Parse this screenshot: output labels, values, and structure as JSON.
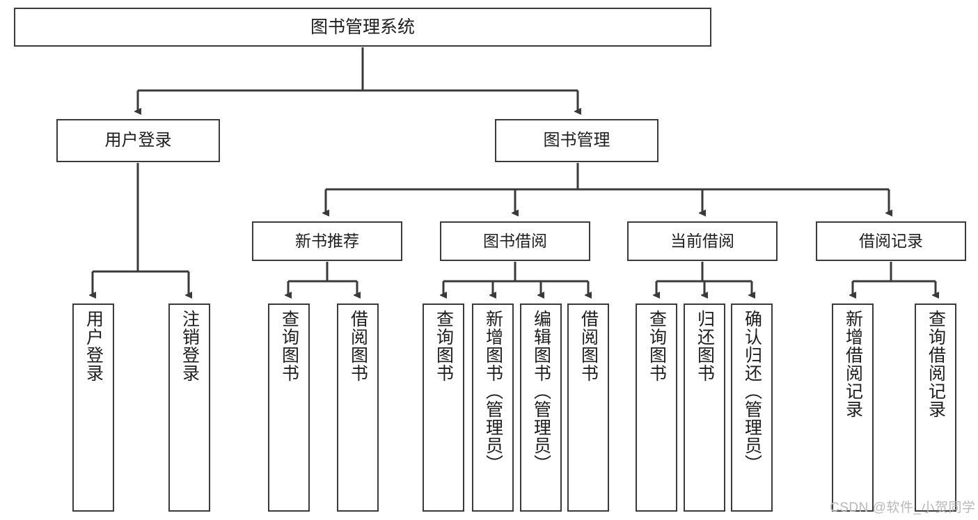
{
  "diagram": {
    "type": "tree",
    "title": "图书管理系统",
    "root": {
      "label": "图书管理系统"
    },
    "level2": [
      {
        "label": "用户登录"
      },
      {
        "label": "图书管理"
      }
    ],
    "level3": [
      {
        "label": "新书推荐"
      },
      {
        "label": "图书借阅"
      },
      {
        "label": "当前借阅"
      },
      {
        "label": "借阅记录"
      }
    ],
    "leaves": {
      "user_login": [
        {
          "label": "用户登录"
        },
        {
          "label": "注销登录"
        }
      ],
      "new_book_recommend": [
        {
          "label": "查询图书"
        },
        {
          "label": "借阅图书"
        }
      ],
      "book_borrow": [
        {
          "label": "查询图书"
        },
        {
          "label": "新增图书（管理员）"
        },
        {
          "label": "编辑图书（管理员）"
        },
        {
          "label": "借阅图书"
        }
      ],
      "current_borrow": [
        {
          "label": "查询图书"
        },
        {
          "label": "归还图书"
        },
        {
          "label": "确认归还（管理员）"
        }
      ],
      "borrow_record": [
        {
          "label": "新增借阅记录"
        },
        {
          "label": "查询借阅记录"
        }
      ]
    }
  },
  "watermark": {
    "text": "CSDN @软件_小贺同学"
  },
  "colors": {
    "border": "#3a3a3a",
    "text": "#1d1d1d",
    "background": "#ffffff",
    "watermark": "#b8b8b8"
  }
}
